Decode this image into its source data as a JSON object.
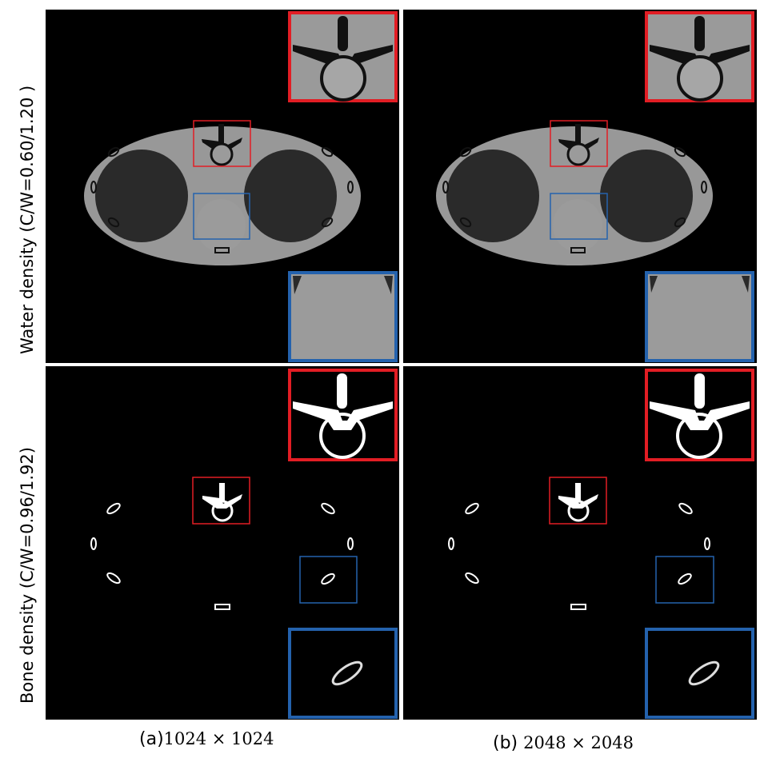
{
  "row_labels": {
    "water": "Water density (C/W=0.60/1.20  )",
    "bone": "Bone density (C/W=0.96/1.92)"
  },
  "captions": {
    "a_prefix": "(a)",
    "a_size": "1024 × 1024",
    "b_prefix": "(b) ",
    "b_size": "2048 × 2048"
  },
  "colors": {
    "roi_spine": "#e21d24",
    "roi_center": "#2462ad",
    "background": "#000000",
    "phantom_body": "#989898",
    "phantom_lung": "#2a2a2a",
    "bone": "#ffffff"
  },
  "panels": [
    {
      "column": "(a)1024 × 1024",
      "row": "Water density",
      "content": "phantom-water"
    },
    {
      "column": "(b) 2048 × 2048",
      "row": "Water density",
      "content": "phantom-water"
    },
    {
      "column": "(a)1024 × 1024",
      "row": "Bone density",
      "content": "phantom-bone"
    },
    {
      "column": "(b) 2048 × 2048",
      "row": "Bone density",
      "content": "phantom-bone"
    }
  ]
}
